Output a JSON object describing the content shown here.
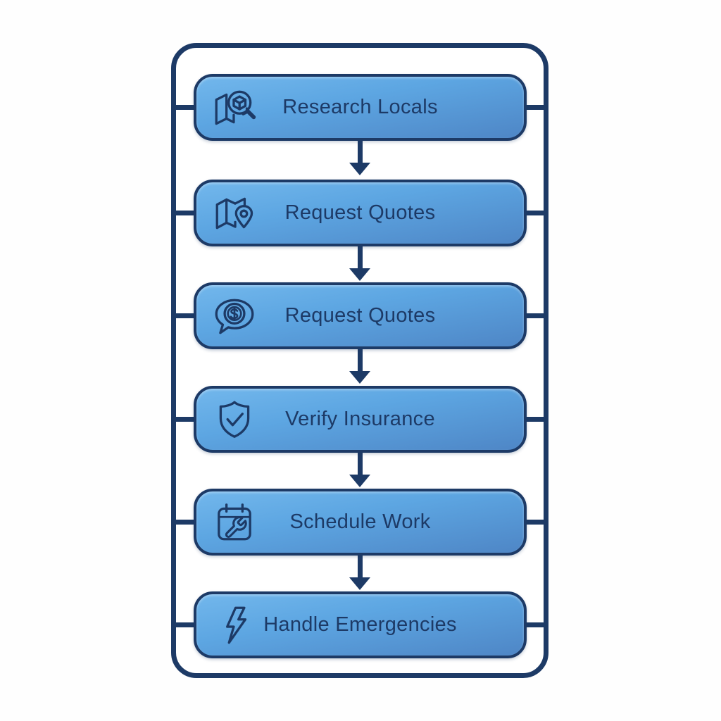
{
  "diagram": {
    "type": "vertical-flowchart",
    "steps": [
      {
        "label": "Research Locals",
        "icon": "map-magnifier-cube"
      },
      {
        "label": "Request Quotes",
        "icon": "map-location-pin"
      },
      {
        "label": "Request Quotes",
        "icon": "chat-bubble-dollar"
      },
      {
        "label": "Verify Insurance",
        "icon": "shield-checkmark"
      },
      {
        "label": "Schedule Work",
        "icon": "calendar-wrench"
      },
      {
        "label": "Handle Emergencies",
        "icon": "lightning-bolt"
      }
    ],
    "connector_direction": "down",
    "colors": {
      "outline_navy": "#1d3a66",
      "box_gradient_top": "#72b7ec",
      "box_gradient_bottom": "#4e86c6",
      "text": "#1d3a66",
      "background": "#ffffff"
    }
  }
}
